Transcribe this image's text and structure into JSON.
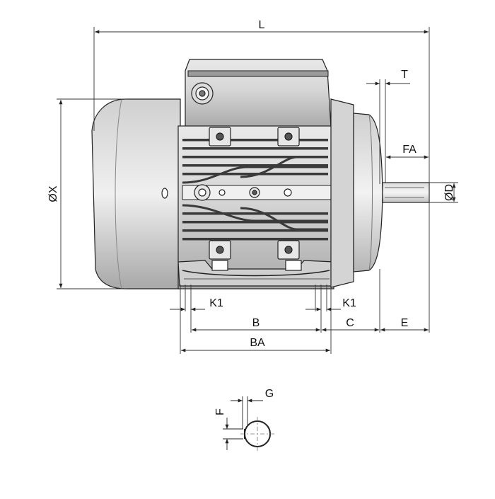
{
  "labels": {
    "L": "L",
    "T": "T",
    "FA": "FA",
    "D": "ØD",
    "X": "ØX",
    "K1_left": "K1",
    "K1_right": "K1",
    "B": "B",
    "C": "C",
    "E": "E",
    "BA": "BA",
    "G": "G",
    "F": "F"
  },
  "colors": {
    "line": "#222222",
    "body_light": "#eeeeee",
    "body_mid": "#c9c9c9",
    "body_dark": "#8a8a8a",
    "fin_dark": "#3a3a3a",
    "dimension": "#333333"
  }
}
